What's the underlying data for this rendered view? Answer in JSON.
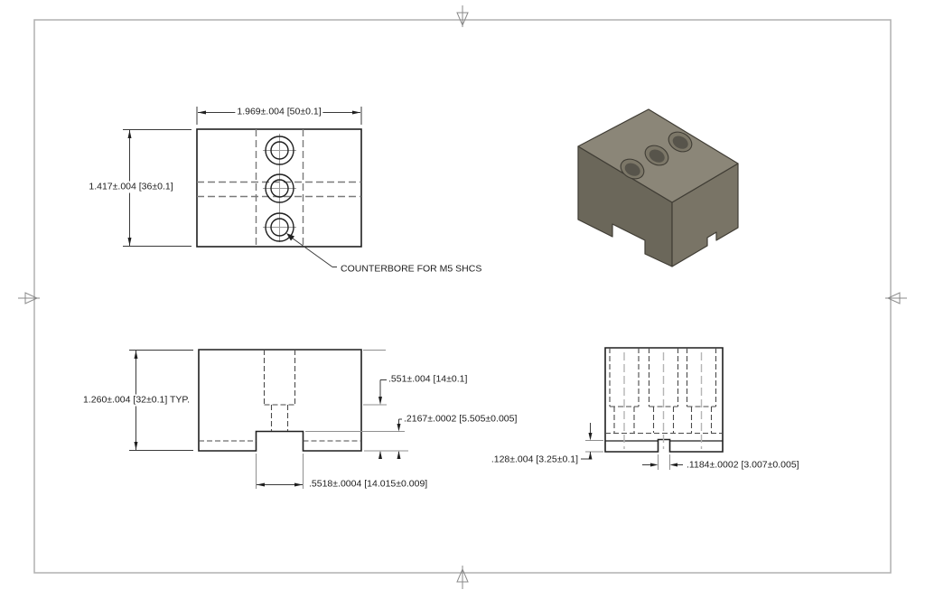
{
  "document": {
    "type": "engineering-drawing",
    "part": "jaw block with counterbored holes"
  },
  "dimensions": {
    "overall_width": "1.969±.004 [50±0.1]",
    "overall_depth": "1.417±.004 [36±0.1]",
    "front_height": "1.260±.004 [32±0.1]  TYP.",
    "counterbore_height": ".551±.004 [14±0.1]",
    "groove_depth": ".2167±.0002 [5.505±0.005]",
    "groove_width": ".5518±.0004 [14.015±0.009]",
    "slot_depth": ".128±.004 [3.25±0.1]",
    "slot_width": ".1184±.0002 [3.007±0.005]"
  },
  "annotations": {
    "counterbore_note": "COUNTERBORE FOR M5 SHCS"
  },
  "colors": {
    "line": "#1f1f1f",
    "hidden_line": "#565656",
    "centerline": "#9a9a9a",
    "border": "#b0b0b0",
    "iso_top_face": "#8b8678",
    "iso_left_face": "#6b675a",
    "iso_right_face": "#797466",
    "iso_hole": "#57544b"
  }
}
